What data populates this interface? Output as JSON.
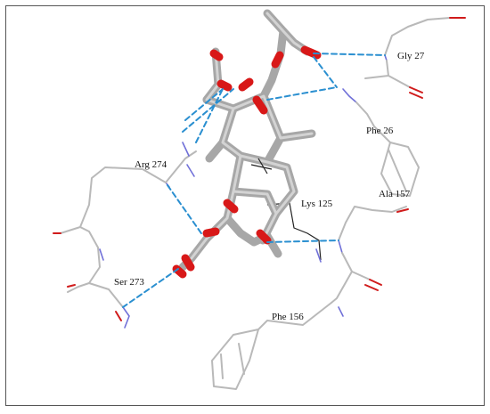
{
  "residues": {
    "gly27": "Gly 27",
    "phe26": "Phe 26",
    "arg274": "Arg 274",
    "ala157": "Ala 157",
    "lys125": "Lys 125",
    "ser273": "Ser 273",
    "phe156": "Phe 156"
  },
  "colors": {
    "hbond": "#2a8fd0",
    "carbon": "#b9b9b9",
    "nitrogen": "#7070d8",
    "oxygen": "#d01b1b",
    "ligand": "#a7a7a7"
  }
}
